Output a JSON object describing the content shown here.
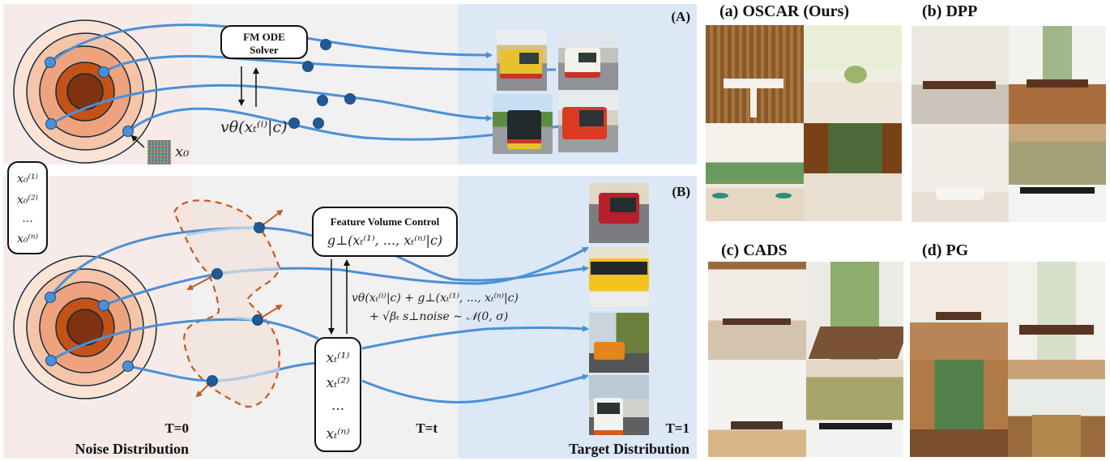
{
  "figure": {
    "panel_a": {
      "label": "(A)",
      "solver_box_line1": "FM ODE",
      "solver_box_line2": "Solver",
      "velocity_label": "vθ(xₜ⁽ⁱ⁾|c)",
      "noise_label": "x₀",
      "bus_images": [
        "yellow-red city bus",
        "white-red city bus",
        "yellow-red bus front",
        "red city bus"
      ]
    },
    "panel_b": {
      "label": "(B)",
      "x0_list": [
        "x₀⁽¹⁾",
        "x₀⁽²⁾",
        "...",
        "x₀⁽ⁿ⁾"
      ],
      "control_box_title": "Feature Volume Control",
      "control_box_formula": "g⊥(xₜ⁽¹⁾, ..., xₜ⁽ⁿ⁾|c)",
      "update_formula_line1": "vθ(xₜ⁽ⁱ⁾|c) + g⊥(xₜ⁽¹⁾, ..., xₜ⁽ⁿ⁾|c)",
      "update_formula_line2": "+ √βₜ s⊥noise ∼ 𝒩(0, σ)",
      "xt_list": [
        "xₜ⁽¹⁾",
        "xₜ⁽²⁾",
        "...",
        "xₜ⁽ⁿ⁾"
      ],
      "bus_images": [
        "red city bus",
        "yellow articulated bus",
        "orange bus in street",
        "white-orange bus"
      ]
    },
    "timeline": {
      "t0": "T=0",
      "t0_caption": "Noise Distribution",
      "tt": "T=t",
      "t1": "T=1",
      "t1_caption": "Target Distribution"
    },
    "colors": {
      "noise_bg": "#f7ebea",
      "mid_bg": "#f1f1f1",
      "target_bg": "#dce8f5",
      "trajectory": "#4a90d9",
      "point_start": "#4a90d9",
      "point_mid": "#1f5a94",
      "ring_outer": "#fbe3d6",
      "ring_2": "#f6c4a8",
      "ring_3": "#eea37e",
      "ring_4": "#c45217",
      "ring_core": "#7e3210",
      "repulsion": "#c9581f"
    }
  },
  "comparison": {
    "panels": [
      {
        "title": "(a) OSCAR (Ours)",
        "images": [
          "wooden slat dining room",
          "bright dining table with flowers",
          "dining room with round chandelier",
          "dining table by window with curtains"
        ]
      },
      {
        "title": "(b) DPP",
        "images": [
          "dining room with crystal chandelier",
          "long white dining hall",
          "white dining room with pendant",
          "dark chairs facing garden window"
        ]
      },
      {
        "title": "(c) CADS",
        "images": [
          "dining room with iron chandelier",
          "long table by garden doors",
          "white dining room with pendant",
          "black chairs with glass wall"
        ]
      },
      {
        "title": "(d) PG",
        "images": [
          "bay window dining room",
          "white curtain dining room",
          "warm dining room with chandelier",
          "rustic long wooden table"
        ]
      }
    ]
  }
}
